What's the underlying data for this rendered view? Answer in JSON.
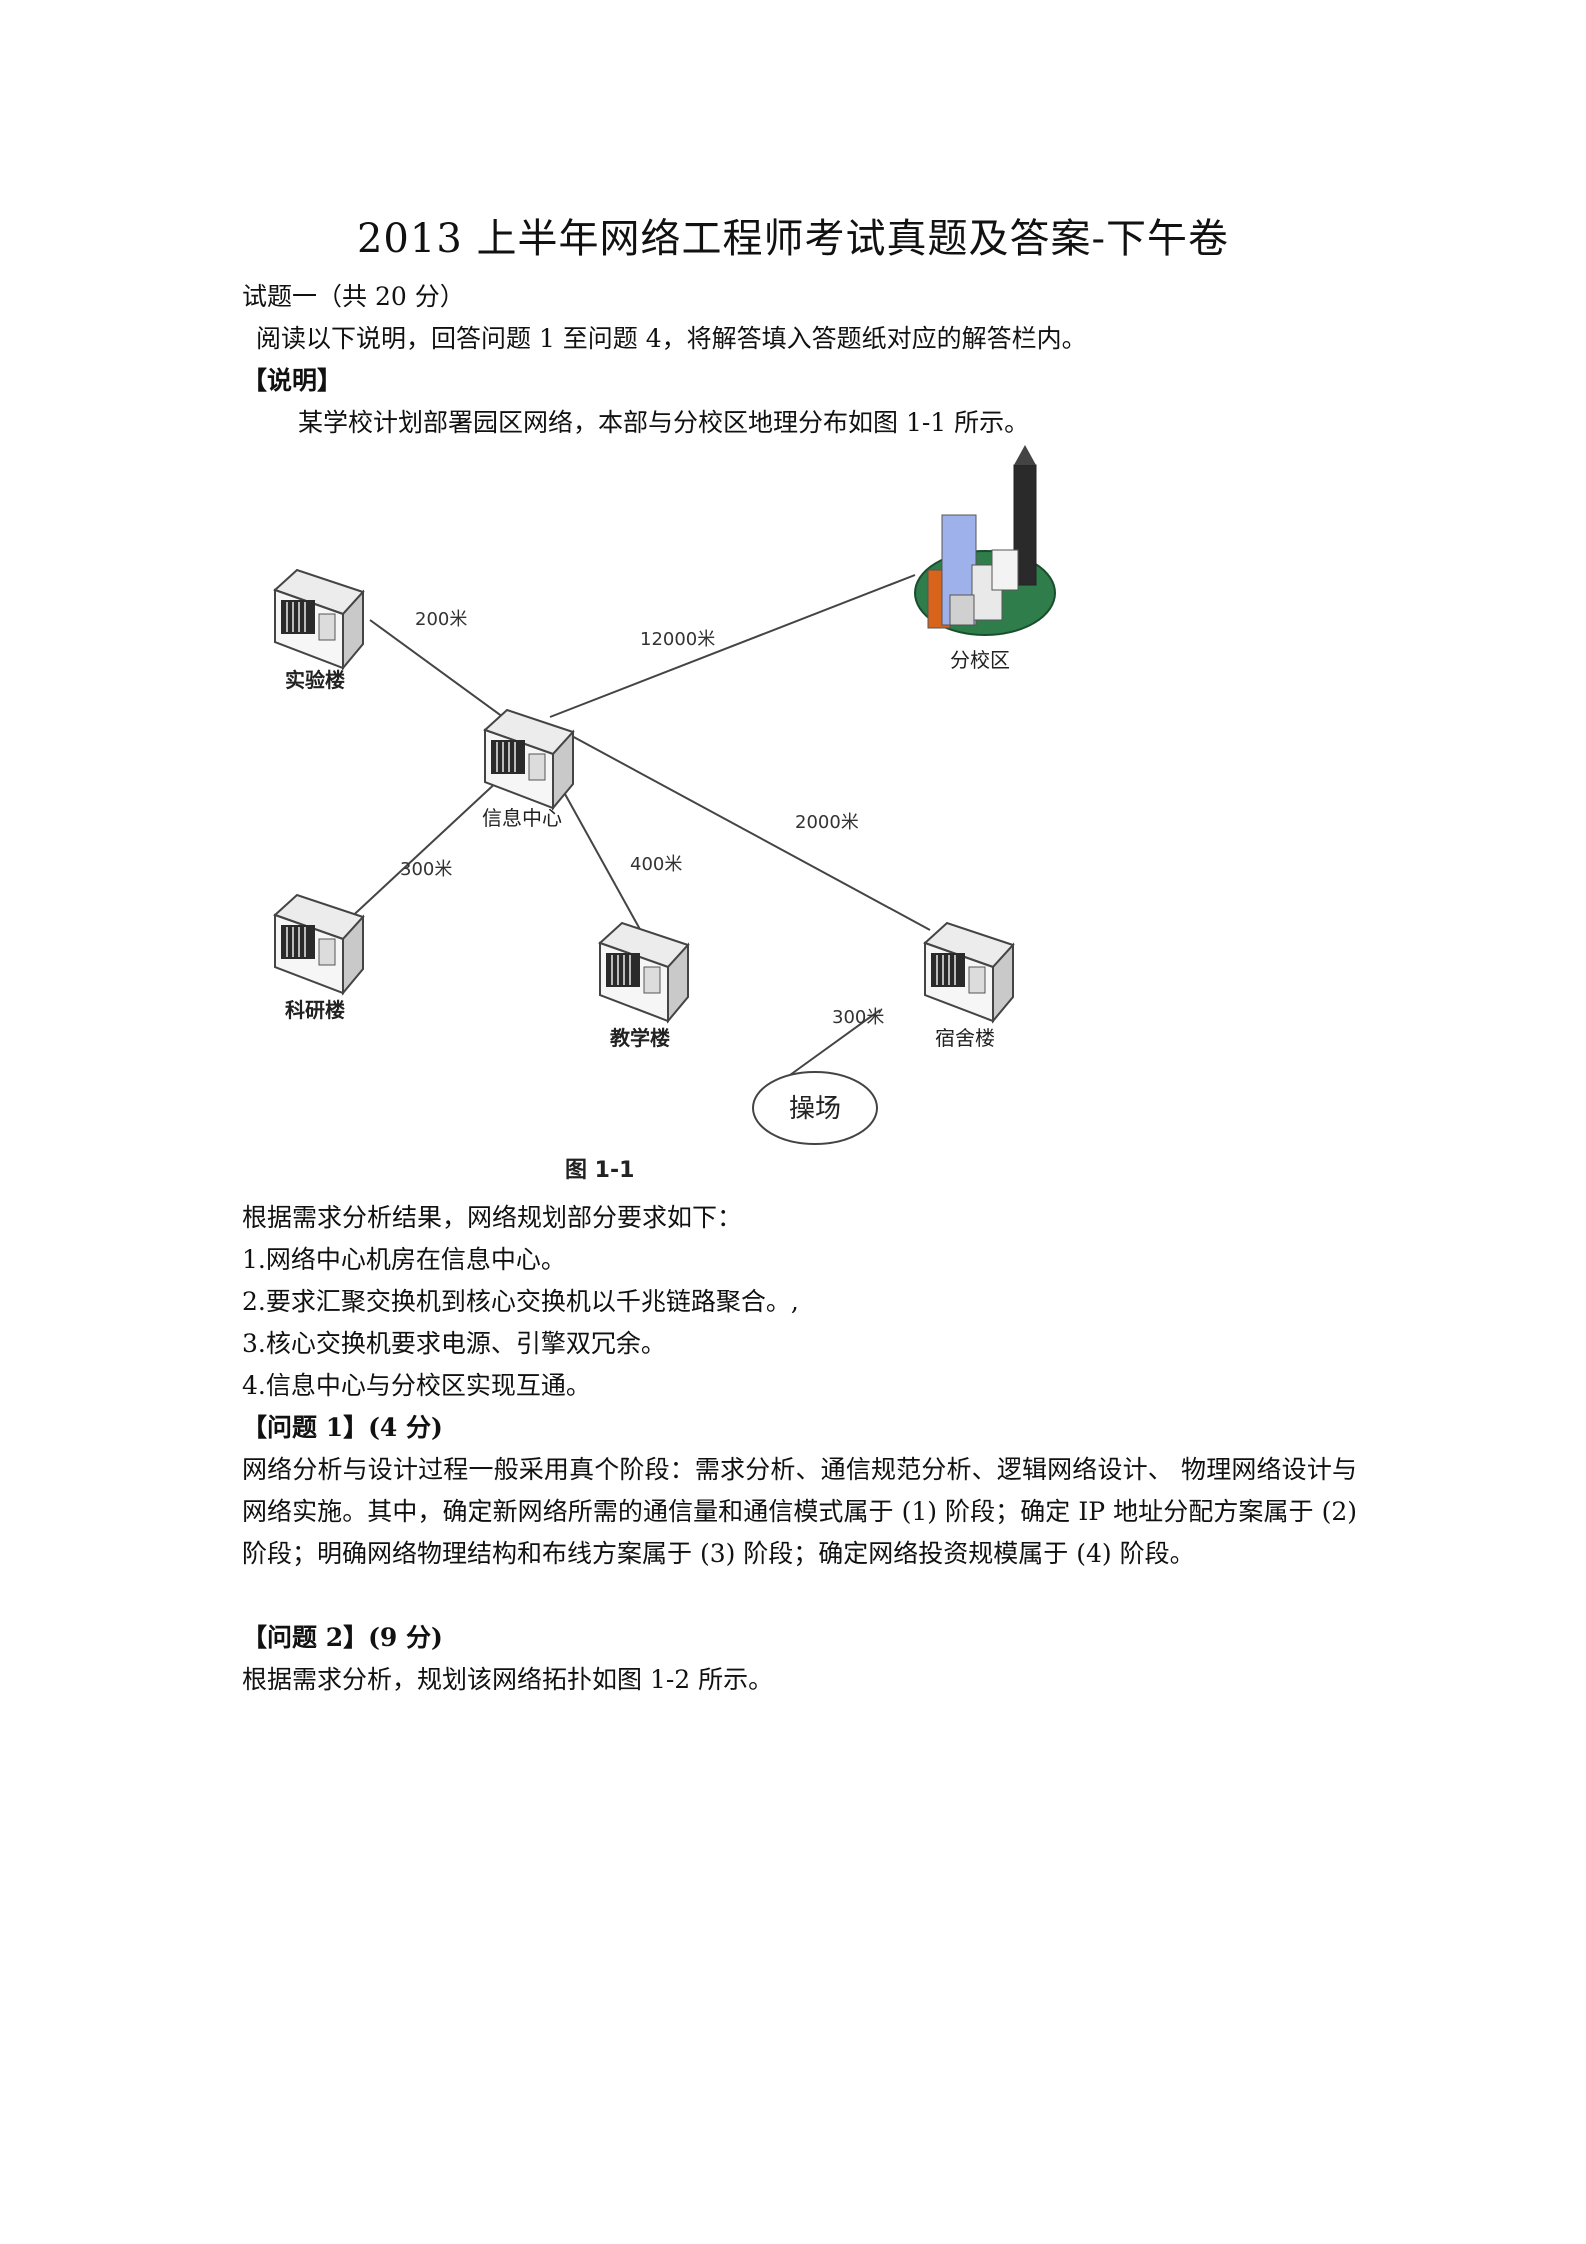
{
  "title": "2013 上半年网络工程师考试真题及答案-下午卷",
  "section_heading": "试题一（共 20 分）",
  "instruction": "阅读以下说明，回答问题 1 至问题 4，将解答填入答题纸对应的解答栏内。",
  "explanation_label": "【说明】",
  "explanation_text": "某学校计划部署园区网络，本部与分校区地理分布如图 1-1 所示。",
  "figure": {
    "caption": "图 1-1",
    "nodes": {
      "lab": "实验楼",
      "center": "信息中心",
      "branch": "分校区",
      "research": "科研楼",
      "teaching": "教学楼",
      "dorm": "宿舍楼",
      "field": "操场"
    },
    "links": {
      "lab_center": "200米",
      "center_branch": "12000米",
      "center_dorm": "2000米",
      "center_research": "300米",
      "center_teaching": "400米",
      "dorm_field": "300米"
    }
  },
  "requirements_intro": "根据需求分析结果，网络规划部分要求如下：",
  "requirements": [
    "1.网络中心机房在信息中心。",
    "2.要求汇聚交换机到核心交换机以千兆链路聚合。,",
    "3.核心交换机要求电源、引擎双冗余。",
    "4.信息中心与分校区实现互通。"
  ],
  "question1": {
    "label": "【问题 1】(4 分)",
    "text": "网络分析与设计过程一般采用真个阶段：需求分析、通信规范分析、逻辑网络设计、 物理网络设计与网络实施。其中，确定新网络所需的通信量和通信模式属于 (1) 阶段；确定 IP 地址分配方案属于 (2) 阶段；明确网络物理结构和布线方案属于 (3) 阶段；确定网络投资规模属于 (4) 阶段。"
  },
  "question2": {
    "label": "【问题 2】(9 分)",
    "text": "根据需求分析，规划该网络拓扑如图 1-2 所示。"
  }
}
